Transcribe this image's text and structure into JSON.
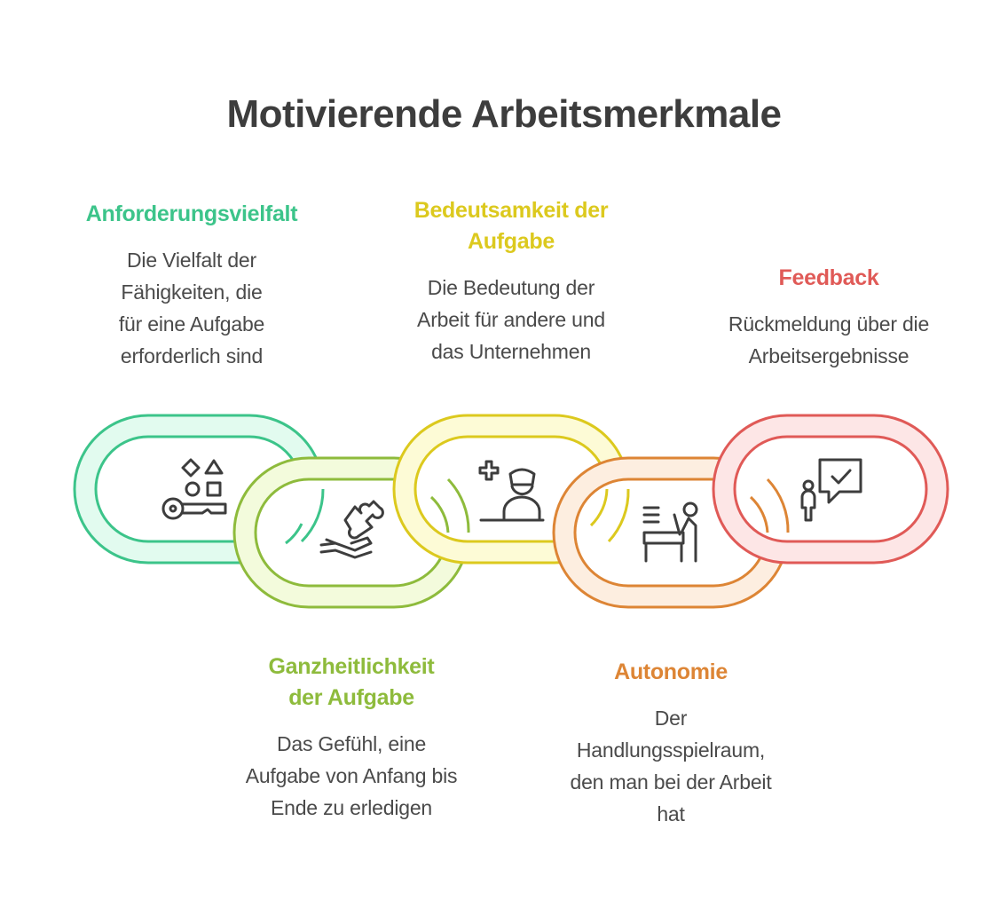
{
  "title": "Motivierende Arbeitsmerkmale",
  "items": [
    {
      "heading": "Anforderungsvielfalt",
      "description": "Die Vielfalt der Fähigkeiten, die für eine Aufgabe erforderlich sind",
      "color": "#3cc48a",
      "fill": "#e2fbef",
      "icon": "shapes-key-icon"
    },
    {
      "heading": "Ganzheitlichkeit der Aufgabe",
      "description": "Das Gefühl, eine Aufgabe von Anfang bis Ende zu erledigen",
      "color": "#8ebb3c",
      "fill": "#f3fbdc",
      "icon": "hand-puzzle-icon"
    },
    {
      "heading": "Bedeutsamkeit der Aufgabe",
      "description": "Die Bedeutung der Arbeit für andere und das Unternehmen",
      "color": "#dcc91e",
      "fill": "#fdfbd6",
      "icon": "medical-worker-icon"
    },
    {
      "heading": "Autonomie",
      "description": "Der Handlungsspielraum, den man bei der Arbeit hat",
      "color": "#dd8535",
      "fill": "#fdeee0",
      "icon": "person-at-desk-icon"
    },
    {
      "heading": "Feedback",
      "description": "Rückmeldung über die Arbeitsergebnisse",
      "color": "#e05a57",
      "fill": "#fde6e6",
      "icon": "person-speech-check-icon"
    }
  ]
}
